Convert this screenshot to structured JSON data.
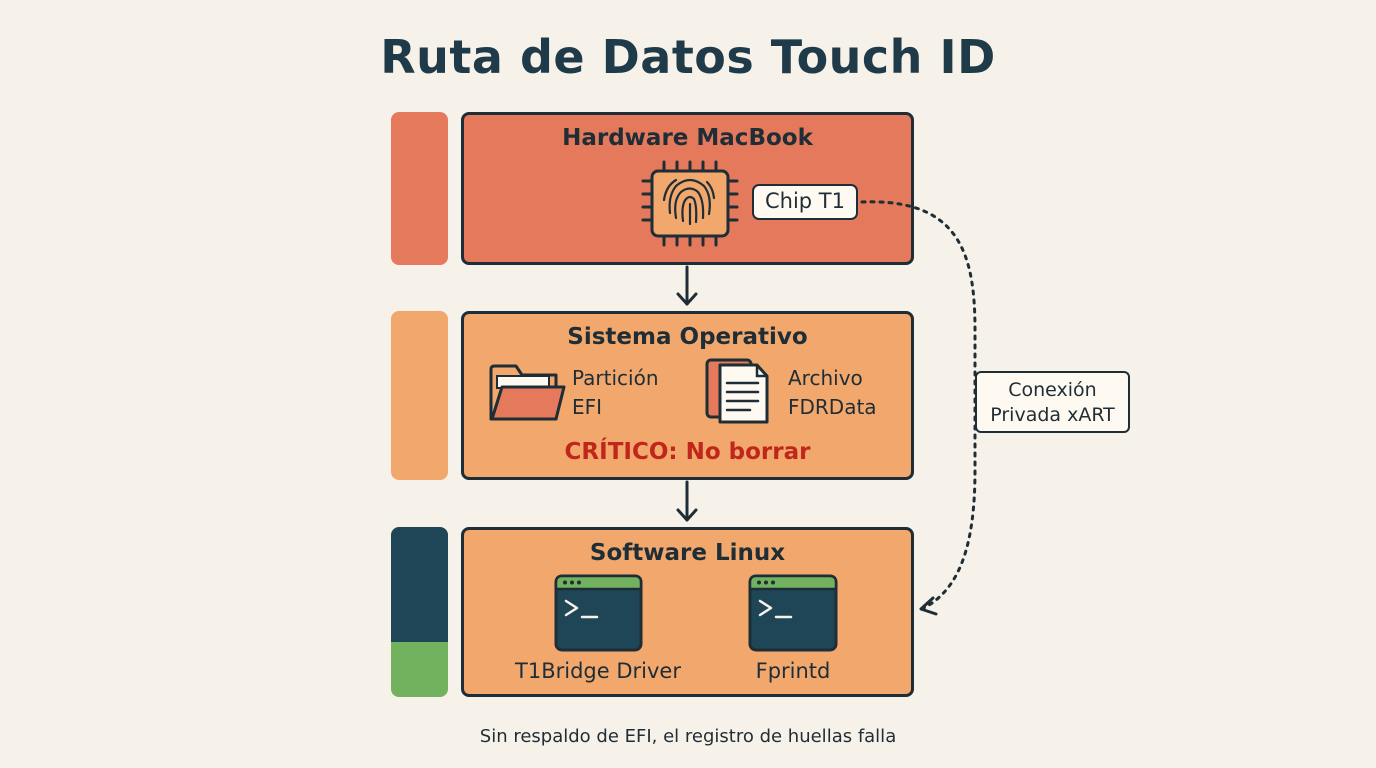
{
  "title": "Ruta de Datos Touch ID",
  "layers": {
    "hardware": {
      "title": "Hardware MacBook",
      "chip_label": "Chip T1"
    },
    "os": {
      "title": "Sistema Operativo",
      "efi": {
        "line1": "Partición",
        "line2": "EFI"
      },
      "file": {
        "line1": "Archivo",
        "line2": "FDRData"
      },
      "warning": "CRÍTICO: No borrar"
    },
    "software": {
      "title": "Software Linux",
      "driver_label": "T1Bridge Driver",
      "daemon_label": "Fprintd"
    }
  },
  "connection": {
    "line1": "Conexión",
    "line2": "Privada xART"
  },
  "footer": "Sin respaldo de EFI, el registro de huellas falla",
  "colors": {
    "background": "#f7f2e9",
    "hardware": "#e47a5b",
    "os": "#f2a86c",
    "software": "#f2a86c",
    "terminal": "#1f4656",
    "terminal_bar": "#72b15e",
    "warning": "#c0261b",
    "outline": "#1f2d36"
  }
}
